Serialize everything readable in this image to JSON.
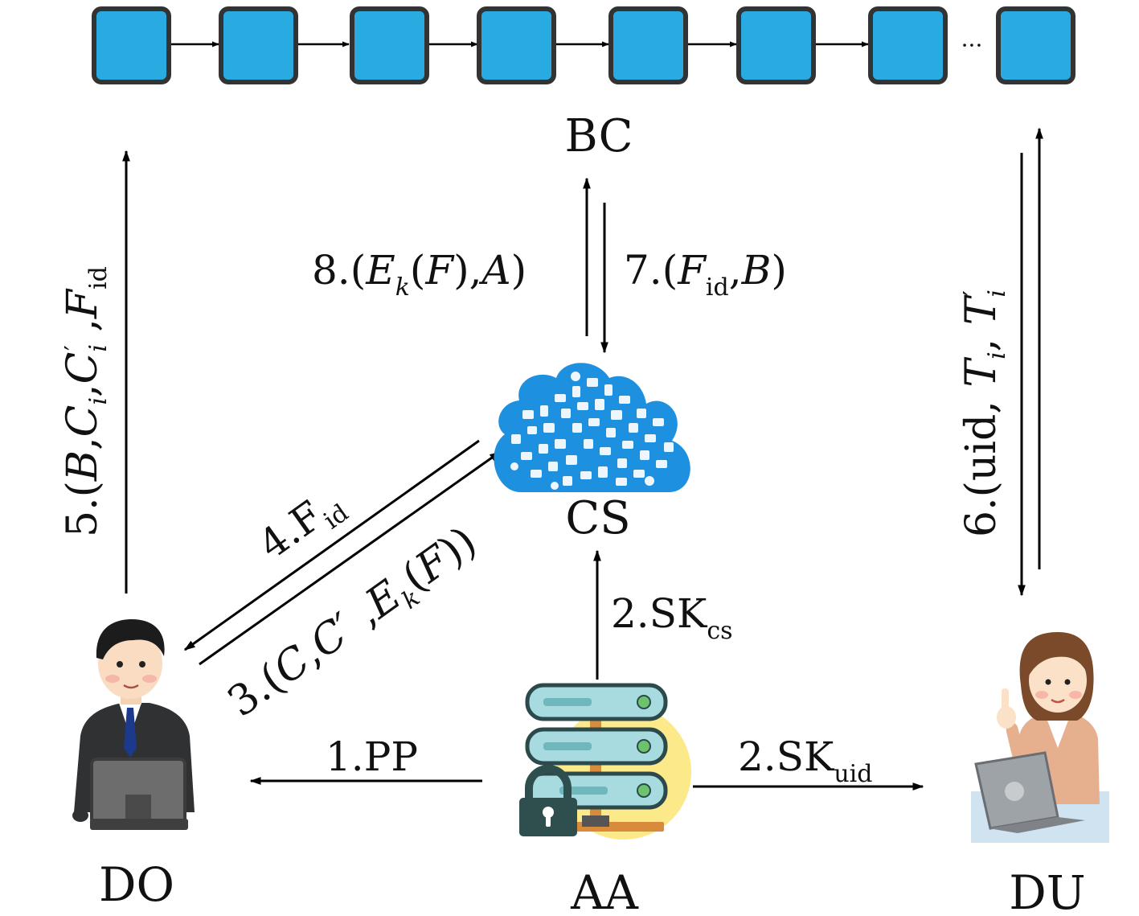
{
  "entities": {
    "bc": "BC",
    "cs": "CS",
    "do": "DO",
    "aa": "AA",
    "du": "DU"
  },
  "chain": {
    "block_count": 8,
    "ellipsis": "···",
    "block_color": "#29abe2",
    "block_border": "#333333"
  },
  "messages": {
    "m1": {
      "num": "1.",
      "text": "PP"
    },
    "m2_cs": {
      "num": "2.",
      "text": "SK",
      "sub": "cs"
    },
    "m2_uid": {
      "num": "2.",
      "text": "SK",
      "sub": "uid"
    },
    "m3": {
      "prefix": "3.(",
      "c": "C",
      "comma1": ",",
      "cprime": "C′",
      "comma2": " ,",
      "e": "E",
      "esub": "k",
      "paren": "(",
      "f": "F",
      "close": "))"
    },
    "m4": {
      "num": "4.",
      "text": "F",
      "sub": "id"
    },
    "m5": {
      "prefix": "5.(",
      "b": "B",
      "comma1": ",",
      "c": "C",
      "csub": "i",
      "comma2": ",",
      "cp": "C",
      "cpsub": "i",
      "cpsup": "′",
      "comma3": " ,",
      "f": "F",
      "fsub": "id"
    },
    "m6": {
      "prefix": "6.(",
      "uid": "uid",
      "comma1": ", ",
      "t": "T",
      "tsub": "i",
      "comma2": ", ",
      "tp": "T",
      "tpsub": "i",
      "tpsup": "′"
    },
    "m7": {
      "prefix": "7.(",
      "f": "F",
      "fsub": "id",
      "comma": ",",
      "b": "B",
      "close": ")"
    },
    "m8": {
      "prefix": "8.(",
      "e": "E",
      "esub": "k",
      "open": "(",
      "f": "F",
      "mid": "),",
      "a": "A",
      "close": ")"
    }
  },
  "icons": {
    "cloud": "cloud-server-icon",
    "server": "authority-server-icon",
    "lock": "lock-icon",
    "owner": "businessman-at-computer-icon",
    "user": "woman-at-laptop-icon"
  },
  "colors": {
    "cloud": "#1e90e0",
    "server_disk": "#a8dbe0",
    "server_glow": "#fbe98a",
    "lock": "#2f4f4f"
  }
}
